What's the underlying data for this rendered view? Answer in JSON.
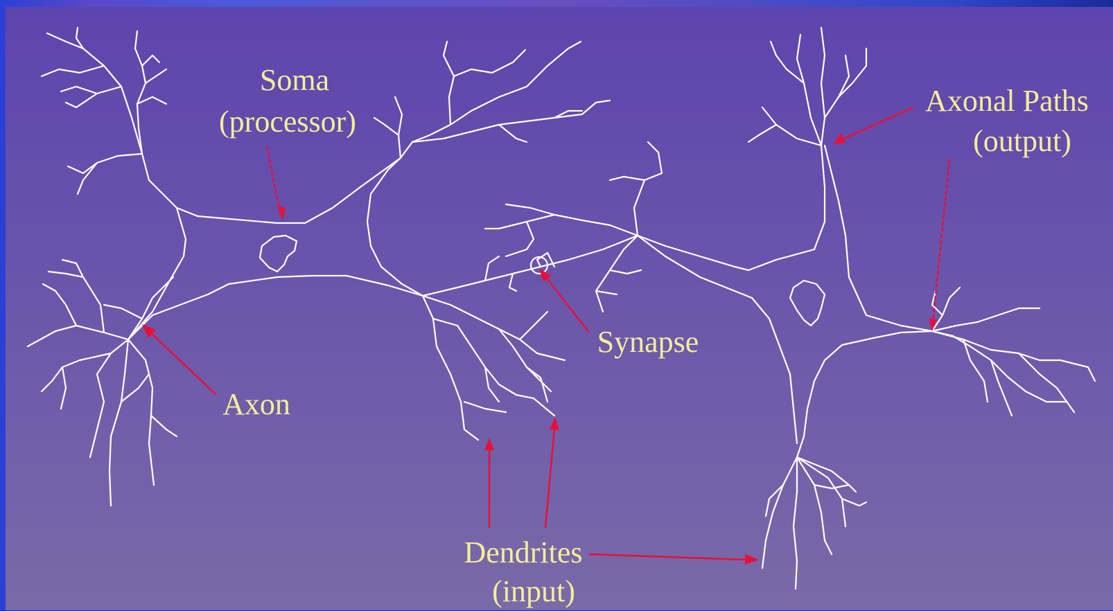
{
  "labels": {
    "soma_title": "Soma",
    "soma_sub": "(processor)",
    "axon": "Axon",
    "synapse": "Synapse",
    "axonal_title": "Axonal Paths",
    "axonal_sub": "(output)",
    "dendrites_title": "Dendrites",
    "dendrites_sub": "(input)"
  },
  "colors": {
    "label_text": "#f2ee9a",
    "arrow": "#e8103a",
    "neurite": "#ffffff",
    "background_top": "#5e44ad",
    "background_bottom": "#7a6aa8"
  }
}
